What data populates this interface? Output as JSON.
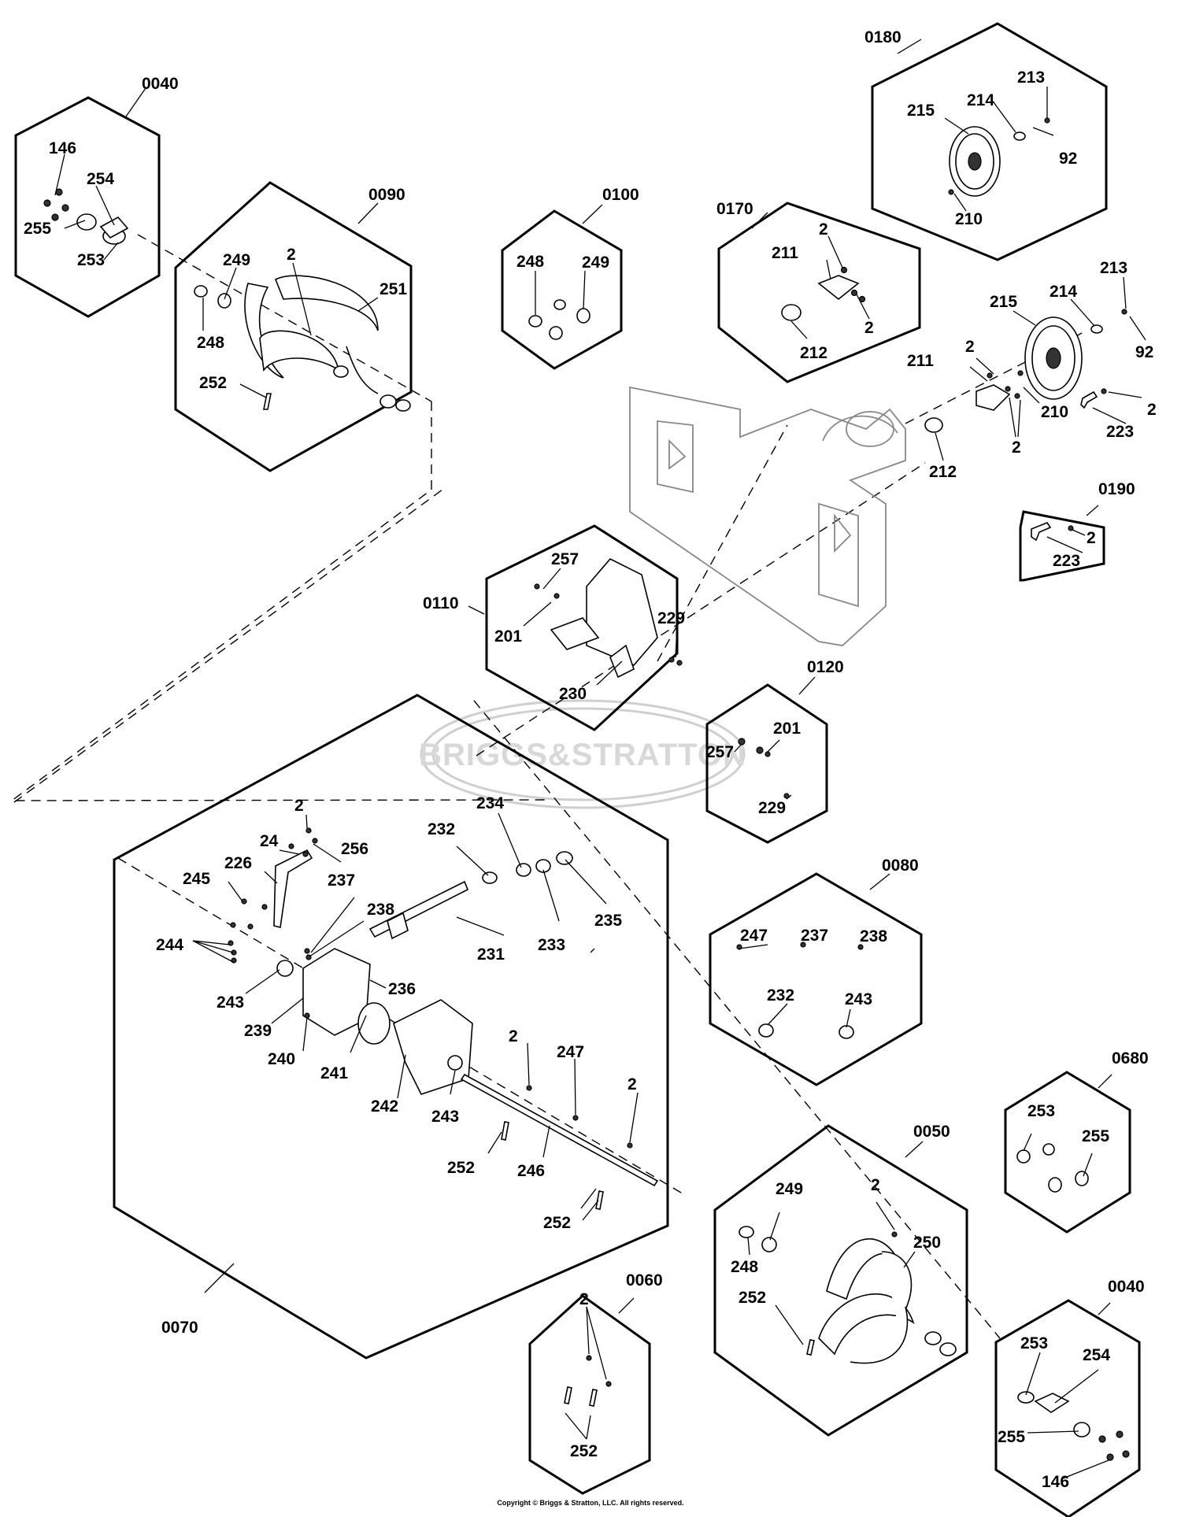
{
  "watermark": "BRIGGS&STRATTON",
  "copyright": "Copyright © Briggs & Stratton, LLC. All rights reserved.",
  "groups": [
    {
      "id": "g0040a",
      "label": "0040"
    },
    {
      "id": "g0090",
      "label": "0090"
    },
    {
      "id": "g0100",
      "label": "0100"
    },
    {
      "id": "g0170",
      "label": "0170"
    },
    {
      "id": "g0180",
      "label": "0180"
    },
    {
      "id": "g0190",
      "label": "0190"
    },
    {
      "id": "g0110",
      "label": "0110"
    },
    {
      "id": "g0120",
      "label": "0120"
    },
    {
      "id": "g0070",
      "label": "0070"
    },
    {
      "id": "g0080",
      "label": "0080"
    },
    {
      "id": "g0680",
      "label": "0680"
    },
    {
      "id": "g0050",
      "label": "0050"
    },
    {
      "id": "g0060",
      "label": "0060"
    },
    {
      "id": "g0040b",
      "label": "0040"
    }
  ],
  "callouts": [
    "146",
    "254",
    "255",
    "253",
    "249",
    "2",
    "251",
    "248",
    "252",
    "248",
    "249",
    "2",
    "211",
    "2",
    "212",
    "213",
    "214",
    "215",
    "92",
    "210",
    "213",
    "214",
    "215",
    "92",
    "2",
    "211",
    "2",
    "210",
    "223",
    "2",
    "212",
    "2",
    "223",
    "257",
    "201",
    "229",
    "230",
    "201",
    "257",
    "229",
    "2",
    "24",
    "256",
    "226",
    "245",
    "237",
    "238",
    "244",
    "243",
    "239",
    "240",
    "241",
    "242",
    "243",
    "232",
    "234",
    "235",
    "233",
    "231",
    "236",
    "2",
    "247",
    "2",
    "252",
    "246",
    "252",
    "247",
    "237",
    "238",
    "232",
    "243",
    "253",
    "255",
    "249",
    "2",
    "250",
    "248",
    "252",
    "2",
    "252",
    "253",
    "254",
    "255",
    "146"
  ]
}
